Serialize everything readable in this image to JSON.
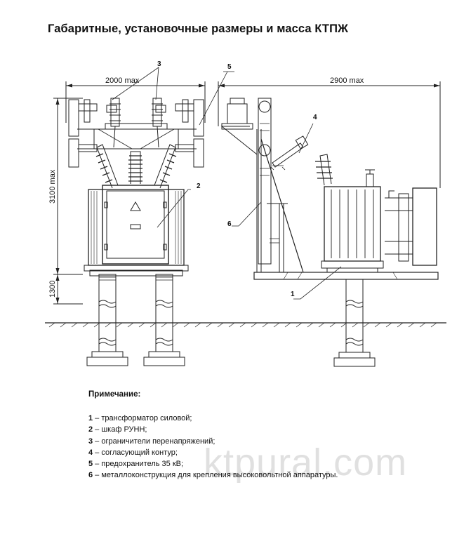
{
  "title": "Габаритные, установочные размеры и масса КТПЖ",
  "dims": {
    "left_width": "2000 max",
    "right_width": "2900 max",
    "total_height": "3100 max",
    "base_height": "1300"
  },
  "callouts": {
    "c1": "1",
    "c2": "2",
    "c3": "3",
    "c4": "4",
    "c5": "5",
    "c6": "6"
  },
  "notes": {
    "title": "Примечание:",
    "items": [
      {
        "num": "1",
        "text": " – трансформатор силовой;"
      },
      {
        "num": "2",
        "text": " – шкаф РУНН;"
      },
      {
        "num": "3",
        "text": " – ограничители перенапряжений;"
      },
      {
        "num": "4",
        "text": " – согласующий контур;"
      },
      {
        "num": "5",
        "text": " – предохранитель 35 кВ;"
      },
      {
        "num": "6",
        "text": " – металлоконструкция для крепления высоковольтной аппаратуры."
      }
    ]
  },
  "watermark": "ktpural.com"
}
